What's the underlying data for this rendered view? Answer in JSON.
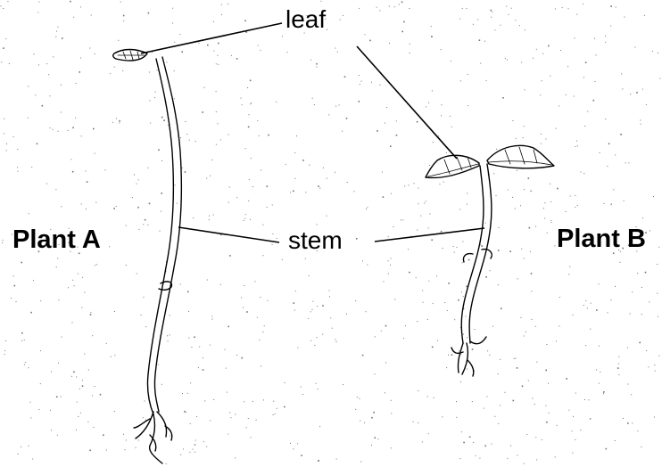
{
  "labels": {
    "leaf": "leaf",
    "stem": "stem",
    "plant_a": "Plant A",
    "plant_b": "Plant B"
  },
  "colors": {
    "background": "#ffffff",
    "ink": "#000000"
  }
}
